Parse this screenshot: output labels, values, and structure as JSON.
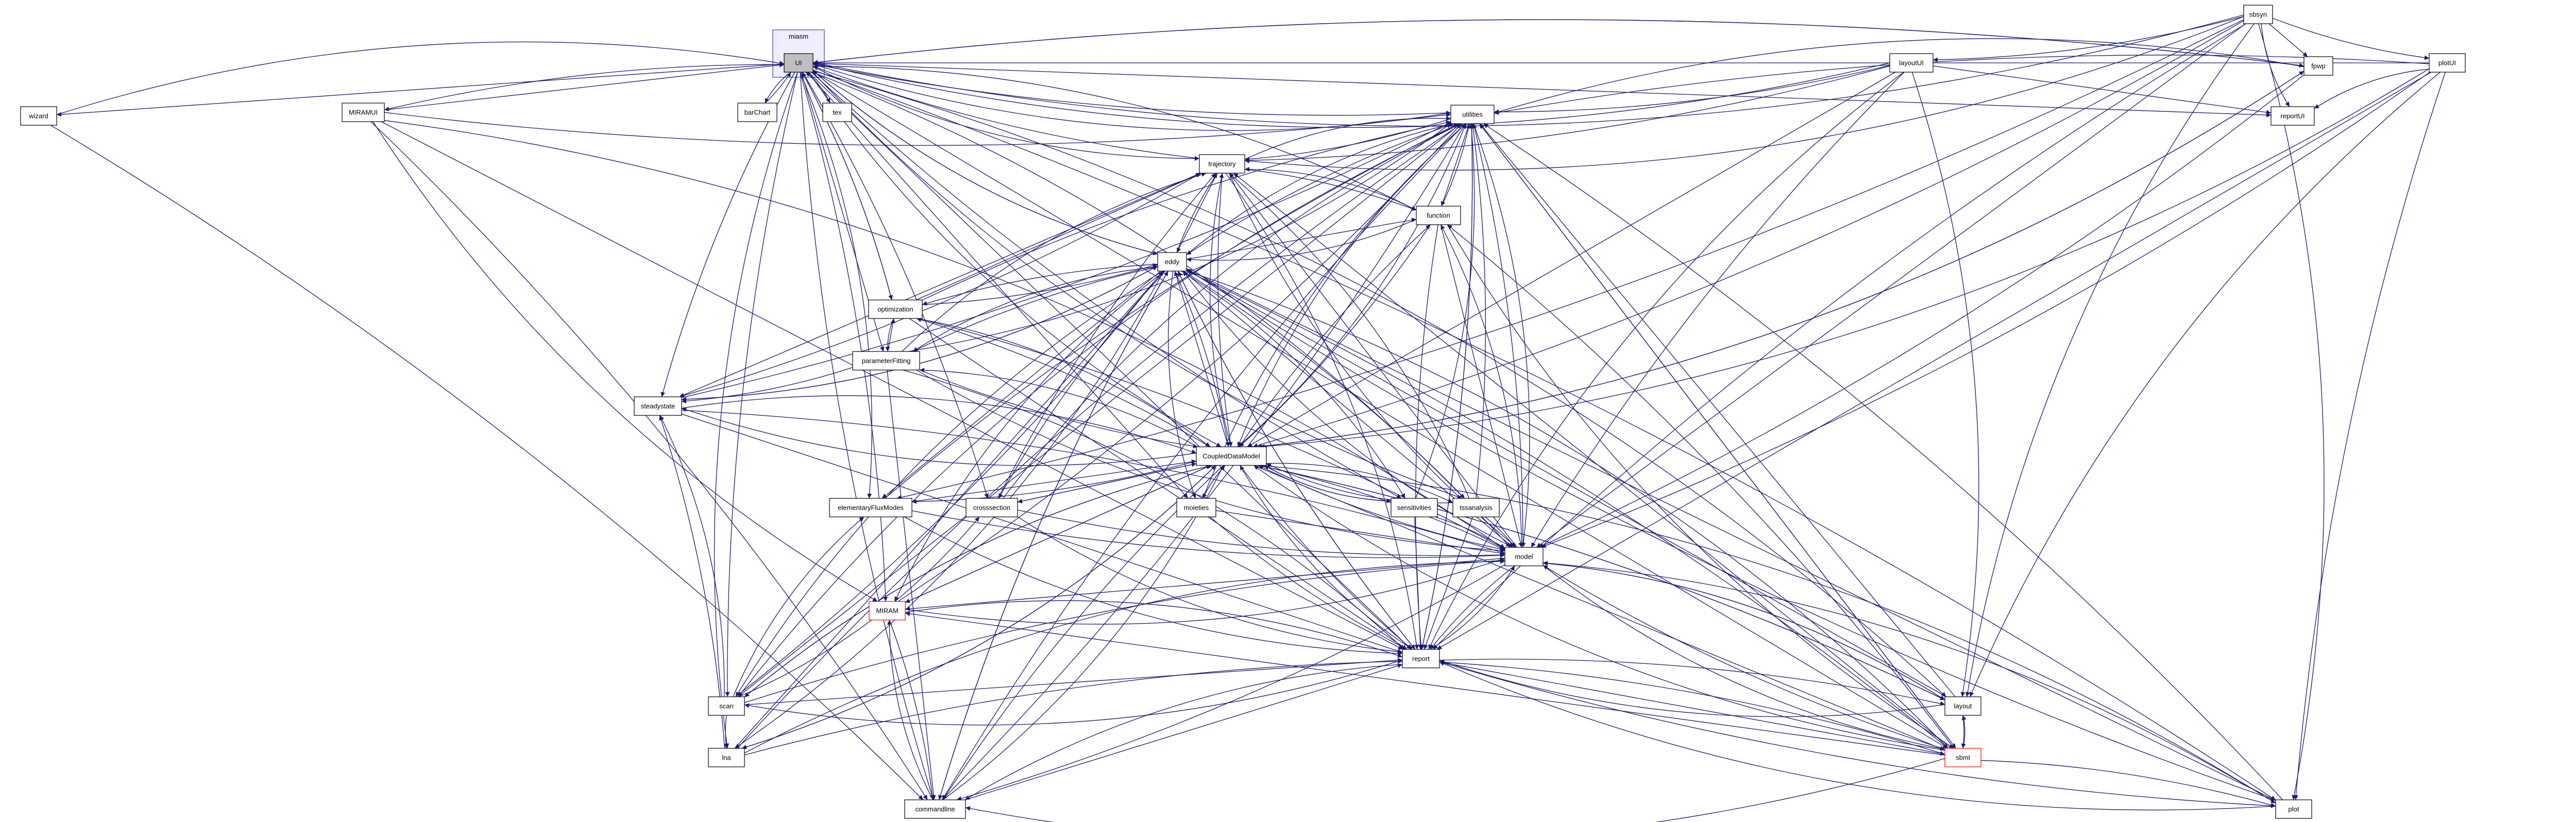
{
  "diagram": {
    "cluster": {
      "label": "miasm"
    },
    "nodes": [
      {
        "id": "ui",
        "label": "UI",
        "style": "highlight"
      },
      {
        "id": "sbsyn",
        "label": "sbsyn",
        "style": "normal"
      },
      {
        "id": "layoutUI",
        "label": "layoutUI",
        "style": "normal"
      },
      {
        "id": "fpwp",
        "label": "fpwp",
        "style": "normal"
      },
      {
        "id": "plotUI",
        "label": "plotUI",
        "style": "normal"
      },
      {
        "id": "wizard",
        "label": "wizard",
        "style": "normal"
      },
      {
        "id": "MIRAMUI",
        "label": "MIRAMUI",
        "style": "normal"
      },
      {
        "id": "barChart",
        "label": "barChart",
        "style": "normal"
      },
      {
        "id": "tex",
        "label": "tex",
        "style": "normal"
      },
      {
        "id": "reportUI",
        "label": "reportUI",
        "style": "normal"
      },
      {
        "id": "utilities",
        "label": "utilities",
        "style": "normal"
      },
      {
        "id": "trajectory",
        "label": "trajectory",
        "style": "normal"
      },
      {
        "id": "function",
        "label": "function",
        "style": "normal"
      },
      {
        "id": "eddy",
        "label": "eddy",
        "style": "normal"
      },
      {
        "id": "optimization",
        "label": "optimization",
        "style": "normal"
      },
      {
        "id": "parameterFitting",
        "label": "parameterFitting",
        "style": "normal"
      },
      {
        "id": "steadystate",
        "label": "steadystate",
        "style": "normal"
      },
      {
        "id": "CoupledModel",
        "label": "CoupledDataModel",
        "style": "normal"
      },
      {
        "id": "elementaryFluxModes",
        "label": "elementaryFluxModes",
        "style": "normal"
      },
      {
        "id": "crossection",
        "label": "crosssection",
        "style": "normal"
      },
      {
        "id": "moieties",
        "label": "moieties",
        "style": "normal"
      },
      {
        "id": "sensitivities",
        "label": "sensitivities",
        "style": "normal"
      },
      {
        "id": "tssanalysis",
        "label": "tssanalysis",
        "style": "normal"
      },
      {
        "id": "model",
        "label": "model",
        "style": "normal"
      },
      {
        "id": "MIRAM",
        "label": "MIRAM",
        "style": "red"
      },
      {
        "id": "report",
        "label": "report",
        "style": "normal"
      },
      {
        "id": "scan",
        "label": "scan",
        "style": "normal"
      },
      {
        "id": "lna",
        "label": "lna",
        "style": "normal"
      },
      {
        "id": "layout",
        "label": "layout",
        "style": "normal"
      },
      {
        "id": "plot",
        "label": "plot",
        "style": "normal"
      },
      {
        "id": "sbml",
        "label": "sbml",
        "style": "red"
      },
      {
        "id": "commandline",
        "label": "commandline",
        "style": "normal"
      }
    ],
    "edges": [
      [
        "sbsyn",
        "ui"
      ],
      [
        "sbsyn",
        "layoutUI"
      ],
      [
        "sbsyn",
        "fpwp"
      ],
      [
        "sbsyn",
        "plotUI"
      ],
      [
        "sbsyn",
        "reportUI"
      ],
      [
        "sbsyn",
        "trajectory"
      ],
      [
        "sbsyn",
        "CoupledModel"
      ],
      [
        "sbsyn",
        "model"
      ],
      [
        "sbsyn",
        "report"
      ],
      [
        "sbsyn",
        "layout"
      ],
      [
        "sbsyn",
        "plot"
      ],
      [
        "sbsyn",
        "elementaryFluxModes"
      ],
      [
        "ui",
        "wizard"
      ],
      [
        "ui",
        "MIRAMUI"
      ],
      [
        "ui",
        "barChart"
      ],
      [
        "ui",
        "tex"
      ],
      [
        "ui",
        "fpwp"
      ],
      [
        "ui",
        "reportUI"
      ],
      [
        "ui",
        "utilities"
      ],
      [
        "ui",
        "trajectory"
      ],
      [
        "ui",
        "function"
      ],
      [
        "ui",
        "optimization"
      ],
      [
        "ui",
        "parameterFitting"
      ],
      [
        "ui",
        "steadystate"
      ],
      [
        "ui",
        "CoupledModel"
      ],
      [
        "ui",
        "elementaryFluxModes"
      ],
      [
        "ui",
        "crossection"
      ],
      [
        "ui",
        "moieties"
      ],
      [
        "ui",
        "sensitivities"
      ],
      [
        "ui",
        "tssanalysis"
      ],
      [
        "ui",
        "model"
      ],
      [
        "ui",
        "MIRAM"
      ],
      [
        "ui",
        "report"
      ],
      [
        "ui",
        "scan"
      ],
      [
        "ui",
        "lna"
      ],
      [
        "ui",
        "layout"
      ],
      [
        "ui",
        "plot"
      ],
      [
        "ui",
        "sbml"
      ],
      [
        "ui",
        "commandline"
      ],
      [
        "ui",
        "eddy"
      ],
      [
        "layoutUI",
        "ui"
      ],
      [
        "layoutUI",
        "utilities"
      ],
      [
        "layoutUI",
        "CoupledModel"
      ],
      [
        "layoutUI",
        "model"
      ],
      [
        "layoutUI",
        "report"
      ],
      [
        "layoutUI",
        "layout"
      ],
      [
        "layoutUI",
        "trajectory"
      ],
      [
        "layoutUI",
        "reportUI"
      ],
      [
        "fpwp",
        "ui"
      ],
      [
        "fpwp",
        "utilities"
      ],
      [
        "fpwp",
        "CoupledModel"
      ],
      [
        "fpwp",
        "model"
      ],
      [
        "plotUI",
        "ui"
      ],
      [
        "plotUI",
        "utilities"
      ],
      [
        "plotUI",
        "reportUI"
      ],
      [
        "plotUI",
        "CoupledModel"
      ],
      [
        "plotUI",
        "model"
      ],
      [
        "plotUI",
        "report"
      ],
      [
        "plotUI",
        "plot"
      ],
      [
        "plotUI",
        "layout"
      ],
      [
        "wizard",
        "ui"
      ],
      [
        "wizard",
        "commandline"
      ],
      [
        "MIRAMUI",
        "ui"
      ],
      [
        "MIRAMUI",
        "utilities"
      ],
      [
        "MIRAMUI",
        "MIRAM"
      ],
      [
        "MIRAMUI",
        "model"
      ],
      [
        "MIRAMUI",
        "commandline"
      ],
      [
        "MIRAMUI",
        "report"
      ],
      [
        "barChart",
        "ui"
      ],
      [
        "tex",
        "ui"
      ],
      [
        "utilities",
        "ui"
      ],
      [
        "utilities",
        "trajectory"
      ],
      [
        "utilities",
        "function"
      ],
      [
        "utilities",
        "eddy"
      ],
      [
        "utilities",
        "CoupledModel"
      ],
      [
        "utilities",
        "model"
      ],
      [
        "utilities",
        "report"
      ],
      [
        "utilities",
        "sbml"
      ],
      [
        "utilities",
        "commandline"
      ],
      [
        "utilities",
        "scan"
      ],
      [
        "trajectory",
        "utilities"
      ],
      [
        "trajectory",
        "function"
      ],
      [
        "trajectory",
        "eddy"
      ],
      [
        "trajectory",
        "CoupledModel"
      ],
      [
        "trajectory",
        "model"
      ],
      [
        "trajectory",
        "report"
      ],
      [
        "trajectory",
        "ui"
      ],
      [
        "trajectory",
        "steadystate"
      ],
      [
        "function",
        "utilities"
      ],
      [
        "function",
        "trajectory"
      ],
      [
        "function",
        "eddy"
      ],
      [
        "function",
        "CoupledModel"
      ],
      [
        "function",
        "model"
      ],
      [
        "function",
        "report"
      ],
      [
        "function",
        "sbml"
      ],
      [
        "eddy",
        "utilities"
      ],
      [
        "eddy",
        "trajectory"
      ],
      [
        "eddy",
        "function"
      ],
      [
        "eddy",
        "optimization"
      ],
      [
        "eddy",
        "parameterFitting"
      ],
      [
        "eddy",
        "steadystate"
      ],
      [
        "eddy",
        "CoupledModel"
      ],
      [
        "eddy",
        "elementaryFluxModes"
      ],
      [
        "eddy",
        "crossection"
      ],
      [
        "eddy",
        "moieties"
      ],
      [
        "eddy",
        "sensitivities"
      ],
      [
        "eddy",
        "tssanalysis"
      ],
      [
        "eddy",
        "model"
      ],
      [
        "eddy",
        "report"
      ],
      [
        "eddy",
        "scan"
      ],
      [
        "eddy",
        "lna"
      ],
      [
        "eddy",
        "sbml"
      ],
      [
        "eddy",
        "plot"
      ],
      [
        "eddy",
        "commandline"
      ],
      [
        "eddy",
        "MIRAM"
      ],
      [
        "eddy",
        "ui"
      ],
      [
        "optimization",
        "utilities"
      ],
      [
        "optimization",
        "trajectory"
      ],
      [
        "optimization",
        "eddy"
      ],
      [
        "optimization",
        "parameterFitting"
      ],
      [
        "optimization",
        "CoupledModel"
      ],
      [
        "optimization",
        "model"
      ],
      [
        "optimization",
        "report"
      ],
      [
        "optimization",
        "ui"
      ],
      [
        "parameterFitting",
        "utilities"
      ],
      [
        "parameterFitting",
        "trajectory"
      ],
      [
        "parameterFitting",
        "eddy"
      ],
      [
        "parameterFitting",
        "optimization"
      ],
      [
        "parameterFitting",
        "CoupledModel"
      ],
      [
        "parameterFitting",
        "model"
      ],
      [
        "parameterFitting",
        "report"
      ],
      [
        "parameterFitting",
        "steadystate"
      ],
      [
        "parameterFitting",
        "commandline"
      ],
      [
        "steadystate",
        "utilities"
      ],
      [
        "steadystate",
        "eddy"
      ],
      [
        "steadystate",
        "CoupledModel"
      ],
      [
        "steadystate",
        "model"
      ],
      [
        "steadystate",
        "report"
      ],
      [
        "steadystate",
        "trajectory"
      ],
      [
        "CoupledModel",
        "utilities"
      ],
      [
        "CoupledModel",
        "trajectory"
      ],
      [
        "CoupledModel",
        "function"
      ],
      [
        "CoupledModel",
        "eddy"
      ],
      [
        "CoupledModel",
        "optimization"
      ],
      [
        "CoupledModel",
        "parameterFitting"
      ],
      [
        "CoupledModel",
        "steadystate"
      ],
      [
        "CoupledModel",
        "elementaryFluxModes"
      ],
      [
        "CoupledModel",
        "crossection"
      ],
      [
        "CoupledModel",
        "moieties"
      ],
      [
        "CoupledModel",
        "sensitivities"
      ],
      [
        "CoupledModel",
        "tssanalysis"
      ],
      [
        "CoupledModel",
        "model"
      ],
      [
        "CoupledModel",
        "MIRAM"
      ],
      [
        "CoupledModel",
        "report"
      ],
      [
        "CoupledModel",
        "scan"
      ],
      [
        "CoupledModel",
        "lna"
      ],
      [
        "CoupledModel",
        "layout"
      ],
      [
        "CoupledModel",
        "sbml"
      ],
      [
        "CoupledModel",
        "commandline"
      ],
      [
        "CoupledModel",
        "fpwp"
      ],
      [
        "CoupledModel",
        "plot"
      ],
      [
        "elementaryFluxModes",
        "utilities"
      ],
      [
        "elementaryFluxModes",
        "CoupledModel"
      ],
      [
        "elementaryFluxModes",
        "model"
      ],
      [
        "elementaryFluxModes",
        "report"
      ],
      [
        "crossection",
        "utilities"
      ],
      [
        "crossection",
        "trajectory"
      ],
      [
        "crossection",
        "CoupledModel"
      ],
      [
        "crossection",
        "model"
      ],
      [
        "crossection",
        "report"
      ],
      [
        "moieties",
        "utilities"
      ],
      [
        "moieties",
        "CoupledModel"
      ],
      [
        "moieties",
        "model"
      ],
      [
        "moieties",
        "report"
      ],
      [
        "sensitivities",
        "utilities"
      ],
      [
        "sensitivities",
        "CoupledModel"
      ],
      [
        "sensitivities",
        "model"
      ],
      [
        "sensitivities",
        "report"
      ],
      [
        "tssanalysis",
        "utilities"
      ],
      [
        "tssanalysis",
        "trajectory"
      ],
      [
        "tssanalysis",
        "CoupledModel"
      ],
      [
        "tssanalysis",
        "model"
      ],
      [
        "tssanalysis",
        "report"
      ],
      [
        "model",
        "utilities"
      ],
      [
        "model",
        "function"
      ],
      [
        "model",
        "eddy"
      ],
      [
        "model",
        "CoupledModel"
      ],
      [
        "model",
        "MIRAM"
      ],
      [
        "model",
        "report"
      ],
      [
        "model",
        "sbml"
      ],
      [
        "model",
        "layout"
      ],
      [
        "model",
        "commandline"
      ],
      [
        "model",
        "trajectory"
      ],
      [
        "MIRAM",
        "utilities"
      ],
      [
        "MIRAM",
        "model"
      ],
      [
        "MIRAM",
        "report"
      ],
      [
        "MIRAM",
        "commandline"
      ],
      [
        "MIRAM",
        "CoupledModel"
      ],
      [
        "report",
        "utilities"
      ],
      [
        "report",
        "model"
      ],
      [
        "report",
        "CoupledModel"
      ],
      [
        "report",
        "layout"
      ],
      [
        "report",
        "sbml"
      ],
      [
        "report",
        "plot"
      ],
      [
        "report",
        "commandline"
      ],
      [
        "report",
        "scan"
      ],
      [
        "report",
        "eddy"
      ],
      [
        "scan",
        "utilities"
      ],
      [
        "scan",
        "eddy"
      ],
      [
        "scan",
        "steadystate"
      ],
      [
        "scan",
        "CoupledModel"
      ],
      [
        "scan",
        "model"
      ],
      [
        "scan",
        "report"
      ],
      [
        "scan",
        "lna"
      ],
      [
        "scan",
        "crossection"
      ],
      [
        "scan",
        "elementaryFluxModes"
      ],
      [
        "lna",
        "utilities"
      ],
      [
        "lna",
        "eddy"
      ],
      [
        "lna",
        "steadystate"
      ],
      [
        "lna",
        "CoupledModel"
      ],
      [
        "lna",
        "model"
      ],
      [
        "lna",
        "report"
      ],
      [
        "layout",
        "utilities"
      ],
      [
        "layout",
        "CoupledModel"
      ],
      [
        "layout",
        "model"
      ],
      [
        "layout",
        "report"
      ],
      [
        "layout",
        "sbml"
      ],
      [
        "layout",
        "eddy"
      ],
      [
        "plot",
        "utilities"
      ],
      [
        "plot",
        "model"
      ],
      [
        "plot",
        "report"
      ],
      [
        "plot",
        "eddy"
      ],
      [
        "sbml",
        "utilities"
      ],
      [
        "sbml",
        "function"
      ],
      [
        "sbml",
        "eddy"
      ],
      [
        "sbml",
        "CoupledModel"
      ],
      [
        "sbml",
        "model"
      ],
      [
        "sbml",
        "MIRAM"
      ],
      [
        "sbml",
        "report"
      ],
      [
        "sbml",
        "layout"
      ],
      [
        "sbml",
        "commandline"
      ],
      [
        "sbml",
        "plot"
      ],
      [
        "sbml",
        "trajectory"
      ],
      [
        "commandline",
        "utilities"
      ],
      [
        "commandline",
        "CoupledModel"
      ],
      [
        "commandline",
        "MIRAM"
      ],
      [
        "commandline",
        "eddy"
      ],
      [
        "commandline",
        "report"
      ]
    ]
  },
  "colors": {
    "edge": "#191970",
    "node_stroke": "#000000",
    "node_fill": "#ffffff",
    "highlight_fill": "#bfbfbf",
    "red_stroke": "#ff0000",
    "cluster_fill": "#eeeeff",
    "cluster_stroke": "#6666aa"
  }
}
